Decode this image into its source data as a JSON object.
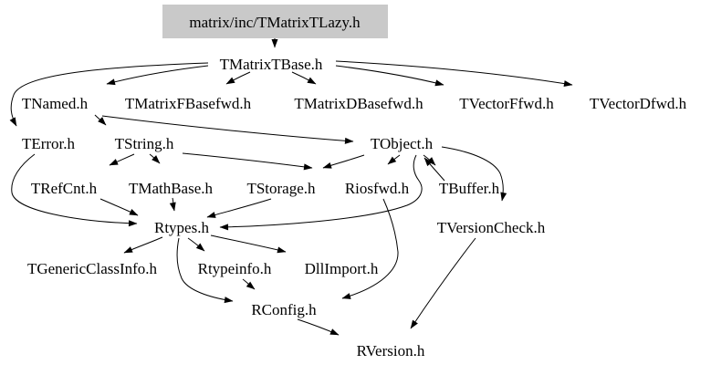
{
  "diagram": {
    "kind": "include-dependency-graph",
    "root_bg": "#c9c9c9",
    "edge_color": "#000000",
    "text_color": "#000000",
    "root": {
      "label": "matrix/inc/TMatrixTLazy.h"
    },
    "nodes": [
      {
        "id": "root",
        "label": "matrix/inc/TMatrixTLazy.h"
      },
      {
        "id": "TMatrixTBase",
        "label": "TMatrixTBase.h"
      },
      {
        "id": "TNamed",
        "label": "TNamed.h"
      },
      {
        "id": "TMatrixFBasefwd",
        "label": "TMatrixFBasefwd.h"
      },
      {
        "id": "TMatrixDBasefwd",
        "label": "TMatrixDBasefwd.h"
      },
      {
        "id": "TVectorFfwd",
        "label": "TVectorFfwd.h"
      },
      {
        "id": "TVectorDfwd",
        "label": "TVectorDfwd.h"
      },
      {
        "id": "TError",
        "label": "TError.h"
      },
      {
        "id": "TString",
        "label": "TString.h"
      },
      {
        "id": "TObject",
        "label": "TObject.h"
      },
      {
        "id": "TRefCnt",
        "label": "TRefCnt.h"
      },
      {
        "id": "TMathBase",
        "label": "TMathBase.h"
      },
      {
        "id": "TStorage",
        "label": "TStorage.h"
      },
      {
        "id": "Riosfwd",
        "label": "Riosfwd.h"
      },
      {
        "id": "TBuffer",
        "label": "TBuffer.h"
      },
      {
        "id": "Rtypes",
        "label": "Rtypes.h"
      },
      {
        "id": "TVersionCheck",
        "label": "TVersionCheck.h"
      },
      {
        "id": "TGenericClassInfo",
        "label": "TGenericClassInfo.h"
      },
      {
        "id": "Rtypeinfo",
        "label": "Rtypeinfo.h"
      },
      {
        "id": "DllImport",
        "label": "DllImport.h"
      },
      {
        "id": "RConfig",
        "label": "RConfig.h"
      },
      {
        "id": "RVersion",
        "label": "RVersion.h"
      }
    ],
    "edges": [
      {
        "from": "matrix/inc/TMatrixTLazy.h",
        "to": "TMatrixTBase.h"
      },
      {
        "from": "TMatrixTBase.h",
        "to": "TNamed.h"
      },
      {
        "from": "TMatrixTBase.h",
        "to": "TError.h"
      },
      {
        "from": "TMatrixTBase.h",
        "to": "TMatrixFBasefwd.h"
      },
      {
        "from": "TMatrixTBase.h",
        "to": "TMatrixDBasefwd.h"
      },
      {
        "from": "TMatrixTBase.h",
        "to": "TVectorFfwd.h"
      },
      {
        "from": "TMatrixTBase.h",
        "to": "TVectorDfwd.h"
      },
      {
        "from": "TNamed.h",
        "to": "TString.h"
      },
      {
        "from": "TNamed.h",
        "to": "TObject.h"
      },
      {
        "from": "TString.h",
        "to": "TRefCnt.h"
      },
      {
        "from": "TString.h",
        "to": "TMathBase.h"
      },
      {
        "from": "TString.h",
        "to": "TStorage.h"
      },
      {
        "from": "TError.h",
        "to": "Rtypes.h"
      },
      {
        "from": "TRefCnt.h",
        "to": "Rtypes.h"
      },
      {
        "from": "TMathBase.h",
        "to": "Rtypes.h"
      },
      {
        "from": "TStorage.h",
        "to": "Rtypes.h"
      },
      {
        "from": "TObject.h",
        "to": "TStorage.h"
      },
      {
        "from": "TObject.h",
        "to": "Riosfwd.h"
      },
      {
        "from": "TObject.h",
        "to": "TBuffer.h"
      },
      {
        "from": "TBuffer.h",
        "to": "TObject.h"
      },
      {
        "from": "TObject.h",
        "to": "TVersionCheck.h"
      },
      {
        "from": "TObject.h",
        "to": "Rtypes.h"
      },
      {
        "from": "Riosfwd.h",
        "to": "RConfig.h"
      },
      {
        "from": "Rtypes.h",
        "to": "TGenericClassInfo.h"
      },
      {
        "from": "Rtypes.h",
        "to": "Rtypeinfo.h"
      },
      {
        "from": "Rtypes.h",
        "to": "DllImport.h"
      },
      {
        "from": "Rtypes.h",
        "to": "RConfig.h"
      },
      {
        "from": "Rtypeinfo.h",
        "to": "RConfig.h"
      },
      {
        "from": "RConfig.h",
        "to": "RVersion.h"
      },
      {
        "from": "TVersionCheck.h",
        "to": "RVersion.h"
      }
    ]
  }
}
